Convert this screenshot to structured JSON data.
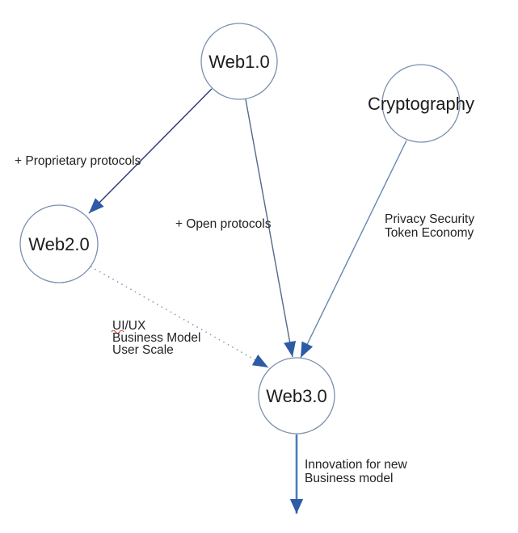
{
  "diagram": {
    "nodes": [
      {
        "id": "web1",
        "label": "Web1.0"
      },
      {
        "id": "cryptography",
        "label": "Cryptography"
      },
      {
        "id": "web2",
        "label": "Web2.0"
      },
      {
        "id": "web3",
        "label": "Web3.0"
      }
    ],
    "edges": [
      {
        "from": "Web1.0",
        "to": "Web2.0",
        "style": "solid-navy-arrow",
        "label": "+ Proprietary protocols"
      },
      {
        "from": "Web1.0",
        "to": "Web3.0",
        "style": "solid-arrow",
        "label": "+ Open protocols"
      },
      {
        "from": "Cryptography",
        "to": "Web3.0",
        "style": "solid-arrow",
        "label_lines": [
          "Privacy Security",
          "Token Economy"
        ]
      },
      {
        "from": "Web2.0",
        "to": "Web3.0",
        "style": "dotted-arrow",
        "label_lines": [
          "UI/UX",
          "Business Model",
          "User Scale"
        ],
        "spellcheck_underline_under": "UI/UX"
      },
      {
        "from": "Web3.0",
        "to": "",
        "style": "thick-arrow-down",
        "label_lines": [
          "Innovation for new",
          "Business model"
        ]
      }
    ],
    "colors": {
      "background": "#ffffff",
      "node_fill": "#ffffff",
      "node_stroke": "#7a90ae",
      "edge_navy": "#333e7d",
      "edge_slate": "#54698c",
      "edge_steel": "#6687af",
      "edge_dotted": "#8099bb",
      "edge_thick": "#4c7cb8",
      "arrowhead": "#2d5ba5",
      "text": "#1c1c1c",
      "spellcheck_underline": "#d04a3c"
    }
  }
}
